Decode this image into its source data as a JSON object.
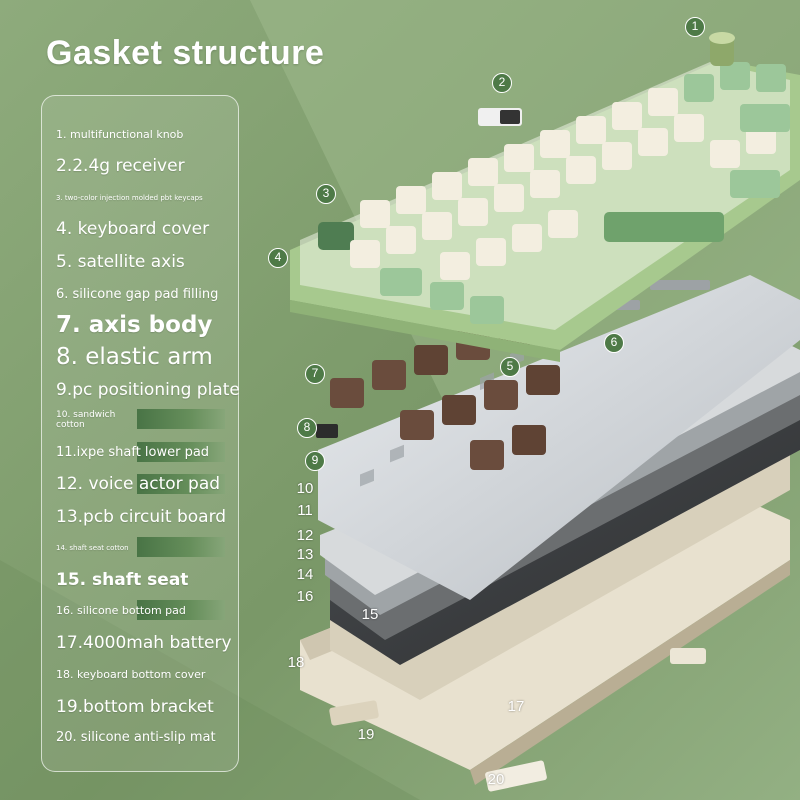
{
  "title": "Gasket structure",
  "colors": {
    "background": "#7e9a6d",
    "panel_border": "#ffffff",
    "keycap_green": "#9cc79a",
    "keycap_cream": "#f3eee0",
    "frame_green": "#a7c98e"
  },
  "components": [
    {
      "label": "1. multifunctional knob"
    },
    {
      "label": "2.2.4g receiver"
    },
    {
      "label": "3. two-color injection molded pbt keycaps"
    },
    {
      "label": "4. keyboard cover"
    },
    {
      "label": "5. satellite axis"
    },
    {
      "label": "6. silicone gap pad filling"
    },
    {
      "label": "7. axis body"
    },
    {
      "label": "8. elastic arm"
    },
    {
      "label": "9.pc positioning plate"
    },
    {
      "label": "10. sandwich cotton"
    },
    {
      "label": "11.ixpe shaft lower pad"
    },
    {
      "label": "12. voice actor pad"
    },
    {
      "label": "13.pcb circuit board"
    },
    {
      "label": "14. shaft seat cotton"
    },
    {
      "label": "15. shaft seat"
    },
    {
      "label": "16. silicone bottom pad"
    },
    {
      "label": "17.4000mah battery"
    },
    {
      "label": "18. keyboard bottom cover"
    },
    {
      "label": "19.bottom bracket"
    },
    {
      "label": "20. silicone anti-slip mat"
    }
  ],
  "callouts": [
    "1",
    "2",
    "3",
    "4",
    "5",
    "6",
    "7",
    "8",
    "9",
    "10",
    "11",
    "12",
    "13",
    "14",
    "15",
    "16",
    "17",
    "18",
    "19",
    "20"
  ]
}
